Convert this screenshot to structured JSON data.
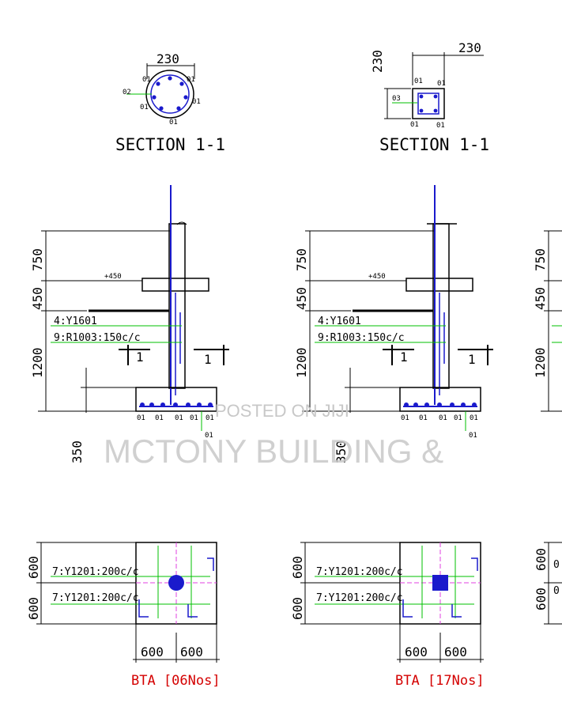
{
  "drawing": {
    "section_title": "SECTION 1-1",
    "round_col": {
      "width_label": "230",
      "bar_main": "01",
      "bar_link": "02"
    },
    "square_col": {
      "width_label": "230",
      "height_label": "230",
      "bar_main": "01",
      "bar_link": "03"
    },
    "elevation": {
      "dims": [
        "750",
        "450",
        "1200"
      ],
      "depth_label": "350",
      "level_label": "+450",
      "starter_bars": "4:Y1601",
      "links_note": "9:R1003:150c/c",
      "cut_mark": "1",
      "bar_mark": "01"
    },
    "plan": {
      "dims_vertical": [
        "600",
        "600"
      ],
      "dims_horizontal": [
        "600",
        "600"
      ],
      "mesh_top": "7:Y1201:200c/c",
      "mesh_bottom": "7:Y1201:200c/c",
      "base_a": "BTA [06Nos]",
      "base_b": "BTA [17Nos]",
      "partial_third": [
        "0",
        "0"
      ]
    },
    "watermark": {
      "posted": "POSTED ON JIJI",
      "company": "MCTONY BUILDING &"
    },
    "colors": {
      "line": "#000000",
      "bar": "#1a1acc",
      "leader": "#00c000",
      "label_red": "#d40000",
      "center_line": "#e040e0",
      "watermark": "#c8c8c8"
    }
  }
}
